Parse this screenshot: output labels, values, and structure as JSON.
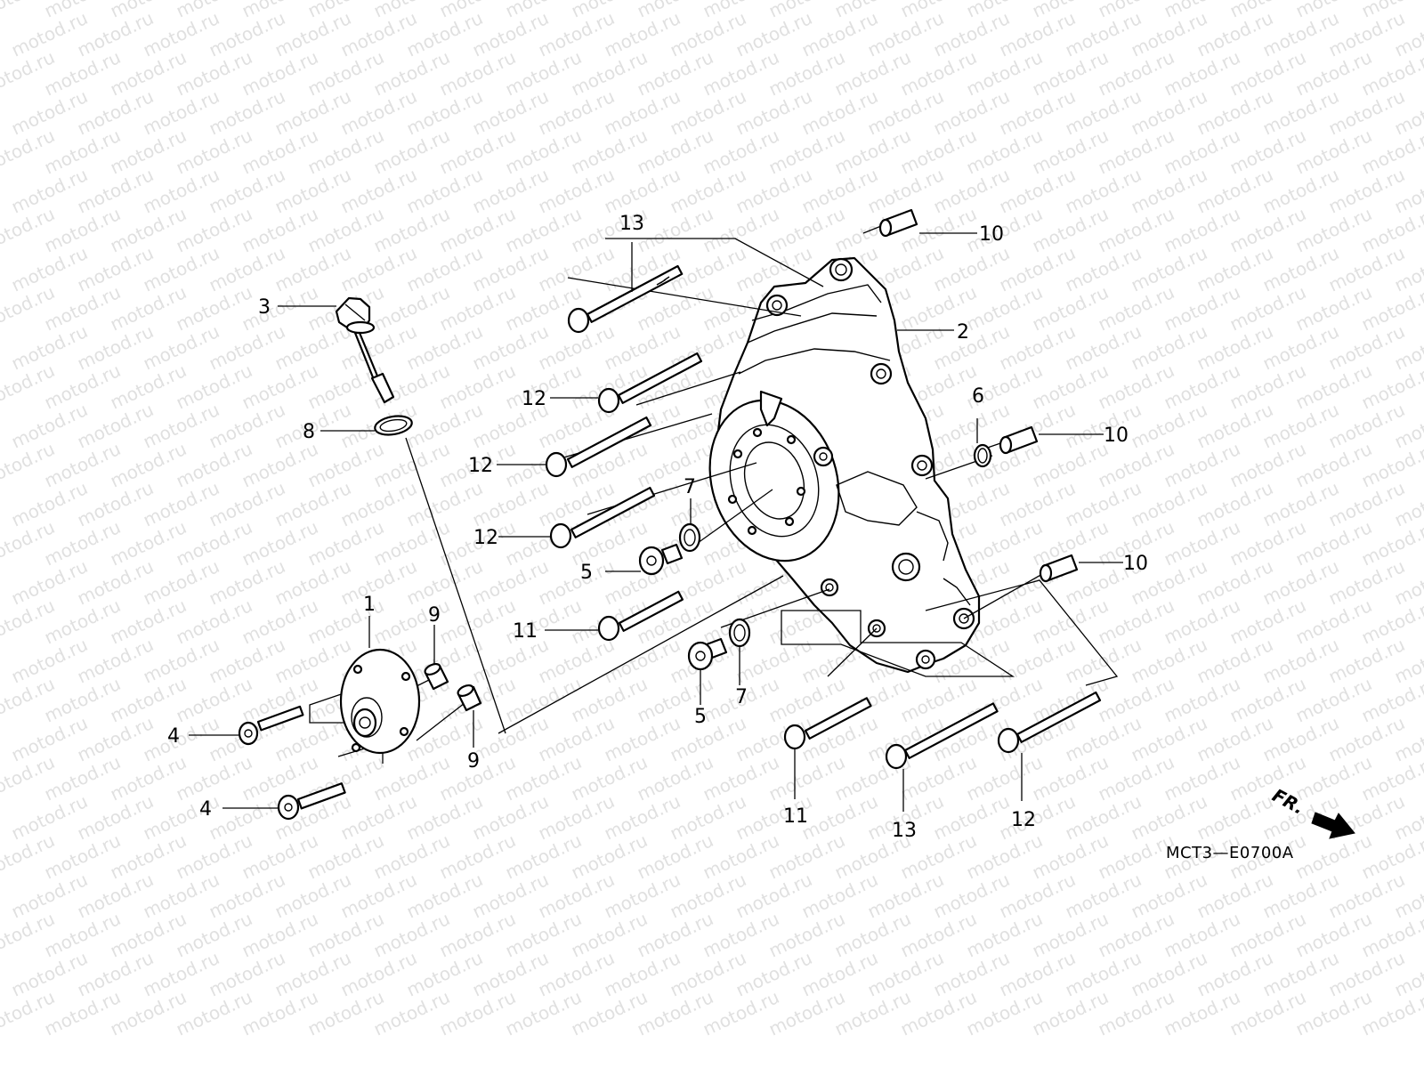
{
  "diagram": {
    "callouts": {
      "c13a": "13",
      "c10a": "10",
      "c3": "3",
      "c2": "2",
      "c12a": "12",
      "c6": "6",
      "c10b": "10",
      "c8": "8",
      "c12b": "12",
      "c7a": "7",
      "c12c": "12",
      "c5a": "5",
      "c10c": "10",
      "c1": "1",
      "c9a": "9",
      "c11a": "11",
      "c7b": "7",
      "c4a": "4",
      "c5b": "5",
      "c9b": "9",
      "c4b": "4",
      "c11b": "11",
      "c13b": "13",
      "c12d": "12"
    },
    "direction_label": "FR.",
    "figure_code": "MCT3—E0700A",
    "watermark": "motod.ru"
  }
}
